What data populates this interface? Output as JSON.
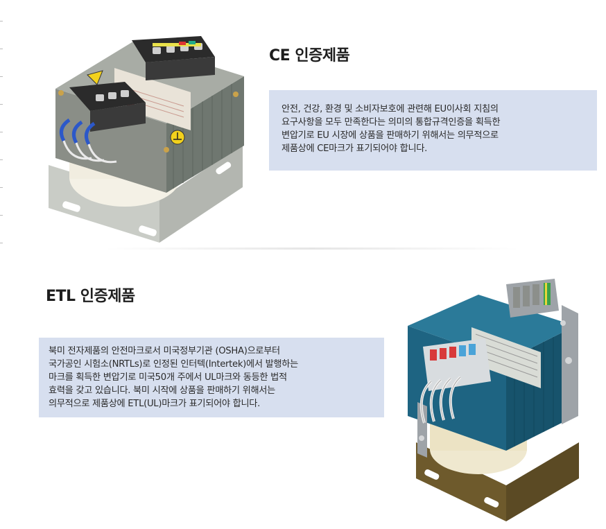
{
  "ce": {
    "title": "CE 인증제품",
    "lines": [
      "안전, 건강, 환경 및 소비자보호에 관련해 EU이사회 지침의",
      "요구사항을 모두 만족한다는 의미의 통합규격인증을 획득한",
      "변압기로 EU 시장에 상품을 판매하기 위해서는 의무적으로",
      "제품상에 CE마크가 표기되어야 합니다."
    ],
    "photo_label": "CE",
    "icon": "transformer-ce-photo"
  },
  "etl": {
    "title": "ETL 인증제품",
    "lines": [
      "북미 전자제품의 안전마크로서 미국정부기관 (OSHA)으로부터",
      "국가공인 시험소(NRTLs)로 인정된 인터텍(Intertek)에서 발행하는",
      "마크를 획득한 변압기로 미국50개 주에서 UL마크와 동등한 법적",
      "효력을 갖고 있습니다. 북미 시작에 상품을 판매하기 위해서는",
      "의무적으로 제품상에 ETL(UL)마크가 표기되어야 합니다."
    ],
    "icon": "transformer-etl-photo"
  },
  "colors": {
    "desc_bg": "#d7dfef",
    "etl_core": "#1f6a86",
    "ce_core": "#6f7770",
    "coil": "#f1ede0"
  }
}
